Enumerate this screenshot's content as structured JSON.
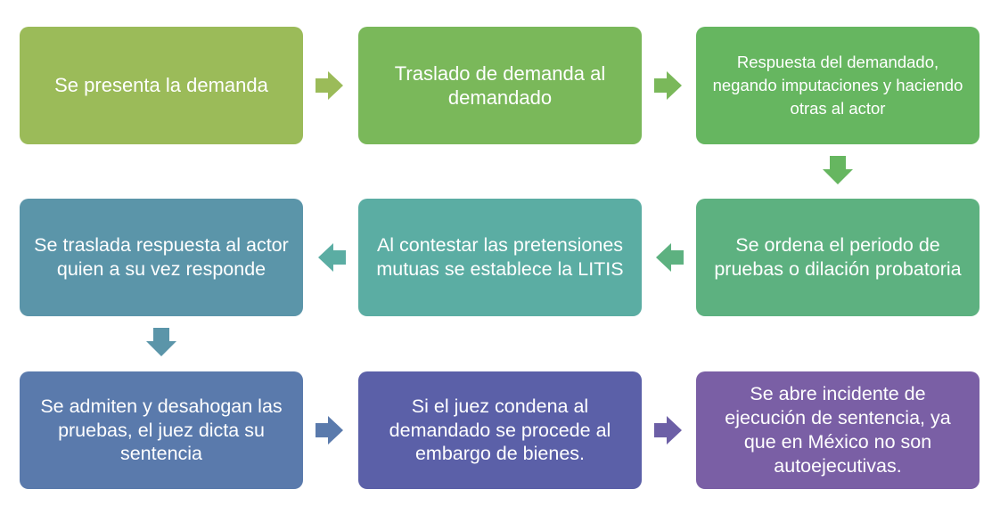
{
  "diagram": {
    "steps": [
      {
        "text": "Se presenta la demanda",
        "color": "#9BBB59"
      },
      {
        "text": "Traslado de demanda al demandado",
        "color": "#7AB85A"
      },
      {
        "text": "Respuesta del demandado, negando imputaciones y haciendo otras al actor",
        "color": "#66B660"
      },
      {
        "text": "Se ordena el periodo de pruebas o dilación probatoria",
        "color": "#5DB180"
      },
      {
        "text": "Al contestar las pretensiones mutuas se establece la LITIS",
        "color": "#5BADA3"
      },
      {
        "text": "Se traslada respuesta al actor quien a su vez responde",
        "color": "#5B95A9"
      },
      {
        "text": "Se admiten y desahogan las pruebas, el juez dicta su sentencia",
        "color": "#5A7AAC"
      },
      {
        "text": "Si el juez condena al demandado se procede al embargo de bienes.",
        "color": "#5B60A8"
      },
      {
        "text": "Se abre incidente de ejecución de sentencia, ya que en México no son autoejecutivas.",
        "color": "#7A5FA5"
      }
    ],
    "arrow_colors": {
      "a1": "#9BBB59",
      "a2": "#7AB85A",
      "a3": "#66B660",
      "a4": "#5DB180",
      "a5": "#5BADA3",
      "a6": "#5B95A9",
      "a7": "#5A7AAC",
      "a8": "#6C5FA6"
    }
  }
}
